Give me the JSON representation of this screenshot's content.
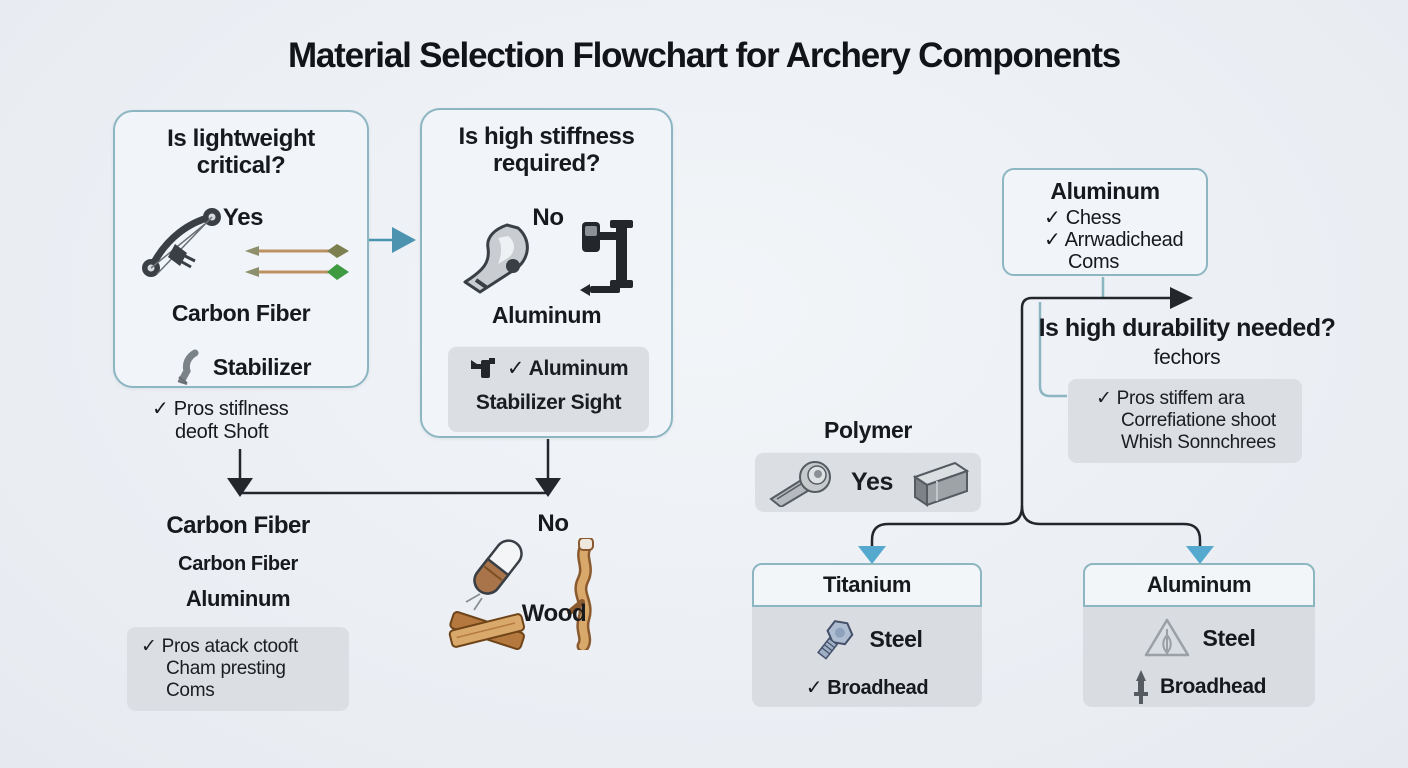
{
  "title": "Material Selection Flowchart for Archery Components",
  "colors": {
    "background": "#eaeef3",
    "box_border_teal": "#8db6c3",
    "box_fill": "#f1f4f8",
    "note_fill": "#dbdee2",
    "line_black": "#23272c",
    "arrow_teal": "#4b93ae",
    "arrowhead_cyan": "#55a9ce",
    "text": "#17191d"
  },
  "box_lightweight": {
    "question_line1": "Is lightweight",
    "question_line2": "critical?",
    "answer": "Yes",
    "material": "Carbon Fiber",
    "component": "Stabilizer",
    "note_line1": "✓ Pros stiflness",
    "note_line2": "deoft Shoft"
  },
  "box_stiffness": {
    "question_line1": "Is high stiffness",
    "question_line2": "required?",
    "answer": "No",
    "material": "Aluminum",
    "note_line1": "✓ Aluminum",
    "note_line2": "Stabilizer Sight"
  },
  "result_left": {
    "title": "Carbon Fiber",
    "line2": "Carbon Fiber",
    "line3": "Aluminum",
    "note_line1": "✓ Pros atack ctooft",
    "note_line2": "Cham presting",
    "note_line3": "Coms"
  },
  "result_middle": {
    "answer": "No",
    "material": "Wood"
  },
  "box_aluminum_top": {
    "title": "Aluminum",
    "item1": "✓ Chess",
    "item2": "✓ Arrwadichead",
    "item3": "Coms"
  },
  "durability": {
    "question": "Is high durability needed?",
    "subtext": "fechors",
    "note_line1": "✓ Pros stiffem ara",
    "note_line2": "Correfiatione shoot",
    "note_line3": "Whish Sonnchrees"
  },
  "polymer": {
    "title": "Polymer",
    "answer": "Yes"
  },
  "box_titanium": {
    "title": "Titanium",
    "item1": "Steel",
    "item2": "✓ Broadhead"
  },
  "box_aluminum_bottom": {
    "title": "Aluminum",
    "item1": "Steel",
    "item2": "Broadhead"
  },
  "icons": {
    "compound_bow": "compound-bow-icon",
    "arrows_pair": "arrows-icon",
    "stabilizer": "stabilizer-icon",
    "riser": "riser-icon",
    "bow_sight": "bow-sight-icon",
    "small_sight": "small-sight-icon",
    "wood_capsule": "wood-capsule-icon",
    "branch": "branch-icon",
    "wood_planks": "wood-planks-icon",
    "screw": "screw-icon",
    "metal_bar": "metal-bar-icon",
    "bolt": "bolt-icon",
    "broadhead_outline": "broadhead-outline-icon",
    "arrow_insert": "arrow-insert-icon"
  }
}
